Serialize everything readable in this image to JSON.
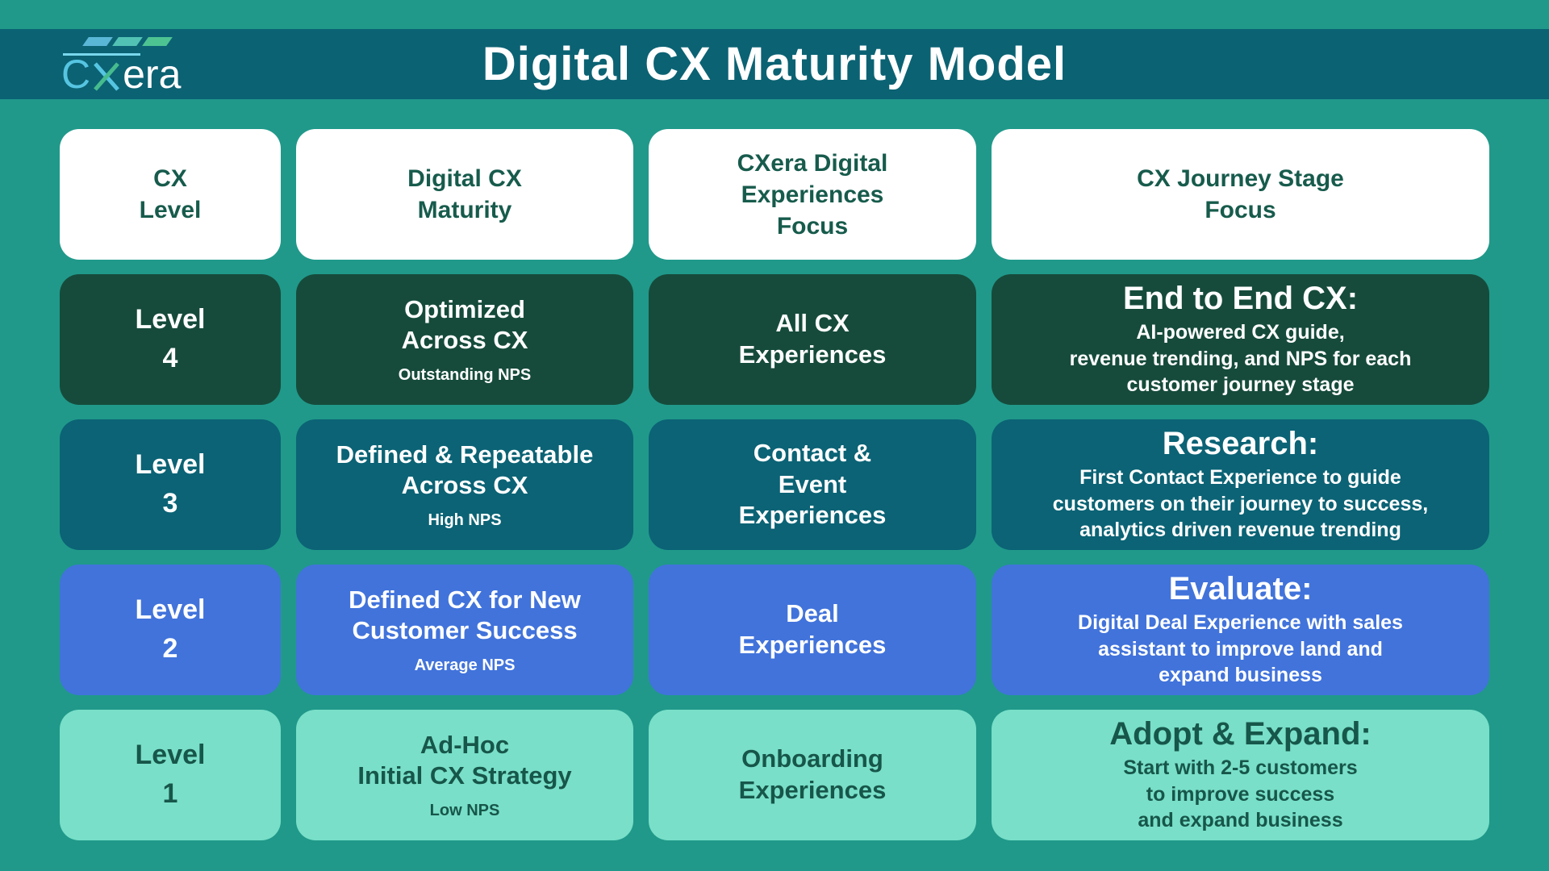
{
  "header": {
    "title": "Digital CX Maturity Model",
    "logo": {
      "cx_c": "C",
      "era": "era"
    }
  },
  "columns": [
    {
      "label": "CX\nLevel"
    },
    {
      "label": "Digital CX\nMaturity"
    },
    {
      "label": "CXera Digital\nExperiences\nFocus"
    },
    {
      "label": "CX Journey Stage\nFocus"
    }
  ],
  "rows": [
    {
      "level": "Level\n4",
      "maturity": "Optimized\nAcross CX",
      "maturity_sub": "Outstanding NPS",
      "experiences": "All CX\nExperiences",
      "journey_title": "End to End CX:",
      "journey_body": "AI-powered CX guide,\nrevenue trending, and NPS for each\ncustomer journey stage",
      "bg": "#164B3B",
      "fg": "#FFFFFF"
    },
    {
      "level": "Level\n3",
      "maturity": "Defined & Repeatable\nAcross CX",
      "maturity_sub": "High NPS",
      "experiences": "Contact &\nEvent\nExperiences",
      "journey_title": "Research:",
      "journey_body": "First Contact Experience to guide\ncustomers on their journey to success,\nanalytics driven revenue trending",
      "bg": "#0B6375",
      "fg": "#FFFFFF"
    },
    {
      "level": "Level\n2",
      "maturity": "Defined CX for New\nCustomer Success",
      "maturity_sub": "Average NPS",
      "experiences": "Deal\nExperiences",
      "journey_title": "Evaluate:",
      "journey_body": "Digital Deal Experience with sales\nassistant to improve land and\nexpand business",
      "bg": "#4173DB",
      "fg": "#FFFFFF"
    },
    {
      "level": "Level\n1",
      "maturity": "Ad-Hoc\nInitial CX Strategy",
      "maturity_sub": "Low NPS",
      "experiences": "Onboarding\nExperiences",
      "journey_title": "Adopt & Expand:",
      "journey_body": "Start with 2-5 customers\nto improve success\nand expand business",
      "bg": "#79DFC8",
      "fg": "#17564A"
    }
  ],
  "colors": {
    "page_background": "#20998A",
    "header_band": "#0B6273",
    "header_cell_bg": "#FFFFFF",
    "header_cell_text": "#175B4C",
    "title_text": "#FFFFFF",
    "logo_blue": "#56C5E2",
    "logo_green": "#46BB8E",
    "stripe_1": "#5BB7D6",
    "stripe_2": "#52C2B4",
    "stripe_3": "#4EC392"
  }
}
